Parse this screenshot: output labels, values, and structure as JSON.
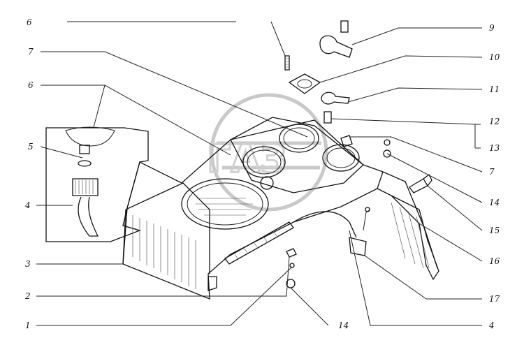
{
  "diagram": {
    "callouts_left": [
      "6",
      "7",
      "6",
      "5",
      "4",
      "3",
      "2",
      "1"
    ],
    "callouts_right": [
      "9",
      "10",
      "11",
      "12",
      "13",
      "7",
      "14",
      "15",
      "16",
      "17",
      "4"
    ],
    "callouts_bottom": [
      "14"
    ]
  }
}
